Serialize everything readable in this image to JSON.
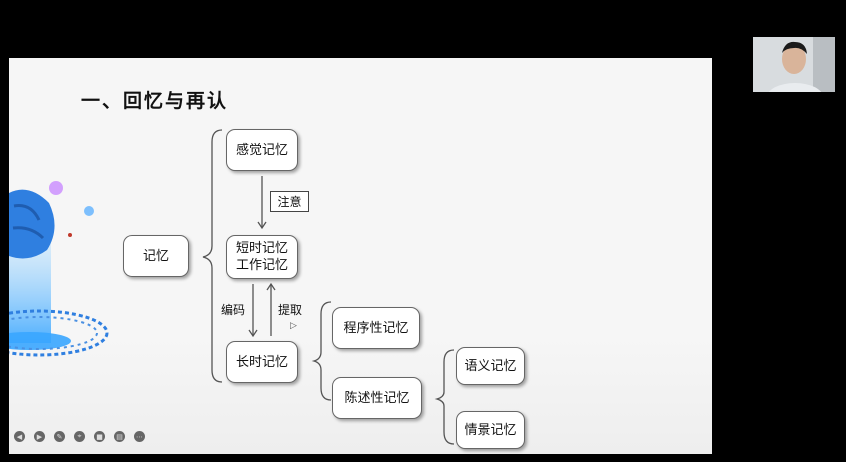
{
  "slide": {
    "title": "一、回忆与再认",
    "root": "记忆",
    "sensory": "感觉记忆",
    "attention": "注意",
    "short_term": "短时记忆\n工作记忆",
    "encode": "编码",
    "retrieve": "提取",
    "long_term": "长时记忆",
    "procedural": "程序性记忆",
    "declarative": "陈述性记忆",
    "semantic": "语义记忆",
    "episodic": "情景记忆"
  },
  "toolbar": {
    "icons": [
      "prev-icon",
      "next-icon",
      "pen-icon",
      "pointer-icon",
      "camera-icon",
      "caption-icon",
      "more-icon"
    ]
  },
  "colors": {
    "accent_blue": "#2f7fe0",
    "box_border": "#666666"
  }
}
